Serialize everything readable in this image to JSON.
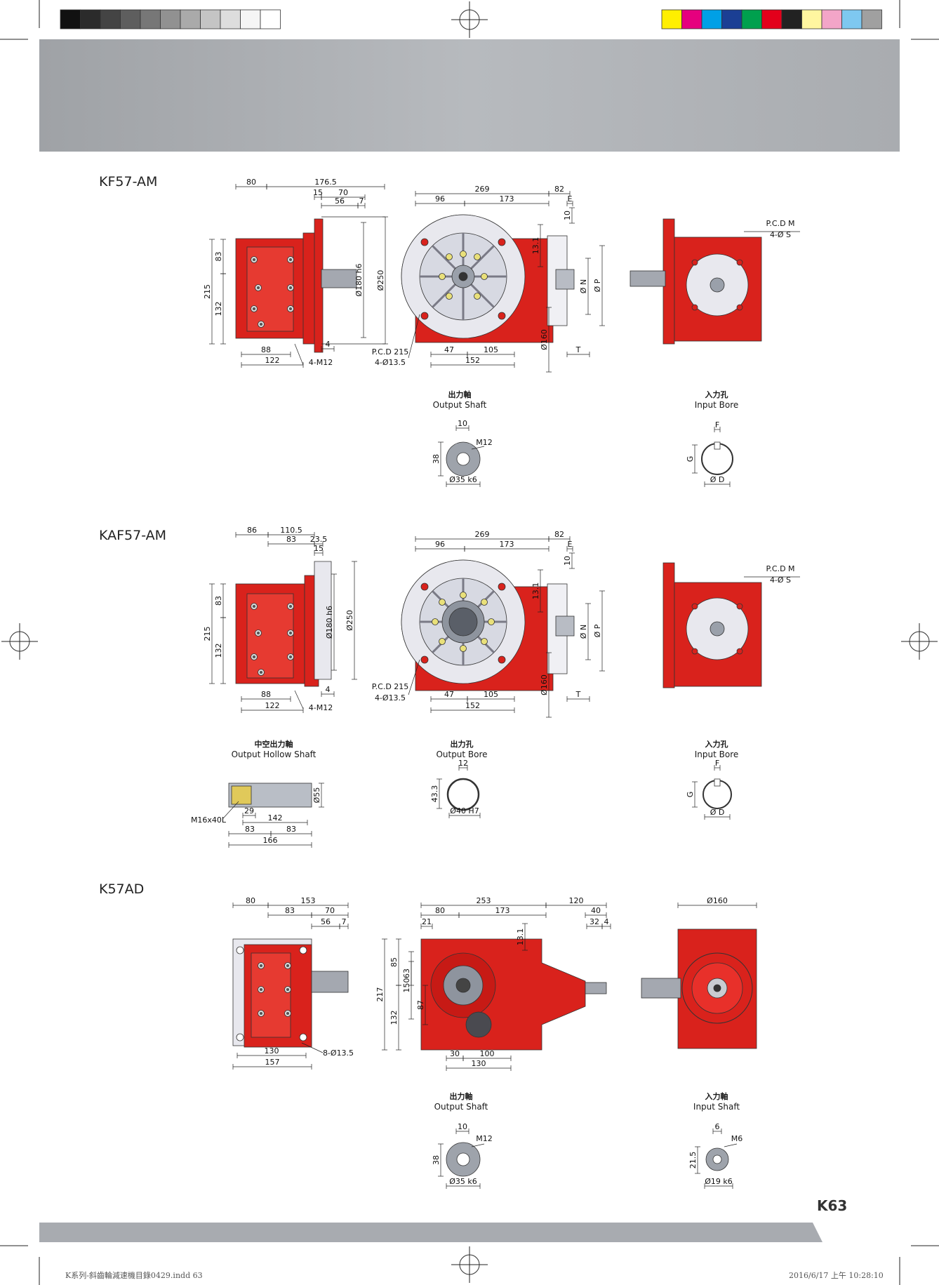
{
  "sections": [
    {
      "model": "KF57-AM",
      "side_dims": [
        "80",
        "176.5",
        "15",
        "70",
        "56",
        "7",
        "83",
        "215",
        "132",
        "88",
        "122",
        "4",
        "4-M12",
        "Ø180 h6",
        "Ø250"
      ],
      "front_dims": [
        "269",
        "96",
        "173",
        "82",
        "E",
        "13.1",
        "10",
        "Ø N",
        "Ø P",
        "T",
        "Ø160",
        "P.C.D 215",
        "4-Ø13.5",
        "47",
        "105",
        "152"
      ],
      "input_dims": [
        "P.C.D M",
        "4-Ø S"
      ],
      "details": [
        {
          "cn": "出力軸",
          "en": "Output Shaft",
          "dims": [
            "10",
            "38",
            "M12",
            "Ø35 k6"
          ]
        },
        {
          "cn": "入力孔",
          "en": "Input Bore",
          "dims": [
            "F",
            "G",
            "Ø D"
          ]
        }
      ]
    },
    {
      "model": "KAF57-AM",
      "side_dims": [
        "86",
        "110.5",
        "83",
        "23.5",
        "15",
        "83",
        "215",
        "132",
        "88",
        "122",
        "4",
        "4-M12",
        "Ø180 h6",
        "Ø250"
      ],
      "front_dims": [
        "269",
        "96",
        "173",
        "82",
        "E",
        "13.1",
        "10",
        "Ø N",
        "Ø P",
        "T",
        "Ø160",
        "P.C.D 215",
        "4-Ø13.5",
        "47",
        "105",
        "152"
      ],
      "input_dims": [
        "P.C.D M",
        "4-Ø S"
      ],
      "details": [
        {
          "cn": "中空出力軸",
          "en": "Output Hollow Shaft",
          "dims": [
            "M16x40L",
            "29",
            "142",
            "83",
            "83",
            "166",
            "Ø55"
          ]
        },
        {
          "cn": "出力孔",
          "en": "Output Bore",
          "dims": [
            "12",
            "43.3",
            "Ø40 H7"
          ]
        },
        {
          "cn": "入力孔",
          "en": "Input Bore",
          "dims": [
            "F",
            "G",
            "Ø D"
          ]
        }
      ]
    },
    {
      "model": "K57AD",
      "side_dims": [
        "80",
        "153",
        "83",
        "70",
        "56",
        "7",
        "130",
        "157",
        "8-Ø13.5"
      ],
      "front_dims": [
        "253",
        "120",
        "80",
        "173",
        "40",
        "21",
        "32",
        "4",
        "13.1",
        "217",
        "85",
        "150",
        "63",
        "132",
        "87",
        "30",
        "100",
        "130"
      ],
      "input_dims": [
        "Ø160"
      ],
      "details": [
        {
          "cn": "出力軸",
          "en": "Output Shaft",
          "dims": [
            "10",
            "38",
            "M12",
            "Ø35 k6"
          ]
        },
        {
          "cn": "入力軸",
          "en": "Input Shaft",
          "dims": [
            "6",
            "21.5",
            "M6",
            "Ø19 k6"
          ]
        }
      ]
    }
  ],
  "page_number": "K63",
  "footer": {
    "file": "K系列-斜齒輪減速機目錄0429.indd   63",
    "timestamp": "2016/6/17   上午 10:28:10"
  },
  "colors": {
    "gearbox_red": "#d9221c",
    "header_gray": "#b9bcc0",
    "flange_white": "#e8e8ee"
  },
  "registration_marks": {
    "gray_swatches": [
      "#111111",
      "#2b2b2b",
      "#444444",
      "#5e5e5e",
      "#777777",
      "#919191",
      "#aaaaaa",
      "#c4c4c4",
      "#dddddd",
      "#f5f5f5",
      "#ffffff"
    ],
    "color_swatches": [
      "#ffef00",
      "#e6007e",
      "#00a0e6",
      "#1b3f94",
      "#00a04e",
      "#e3001b",
      "#222222",
      "#fff6a0",
      "#f3a5c8",
      "#7ec8f0",
      "#a0a0a0"
    ]
  }
}
